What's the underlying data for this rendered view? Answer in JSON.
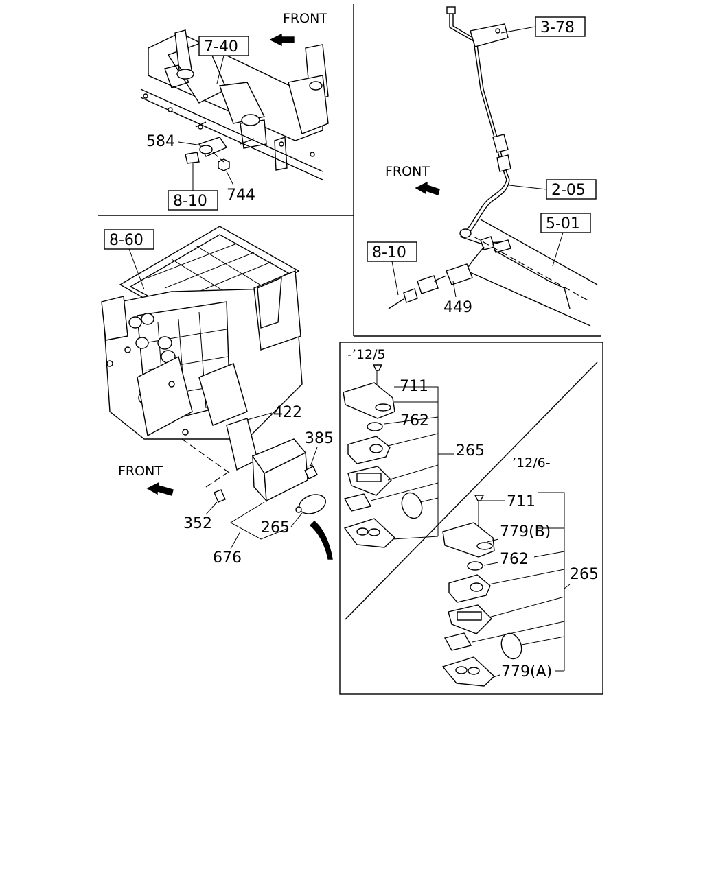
{
  "labels": {
    "front": "FRONT",
    "ref_7_40": "7-40",
    "ref_8_10": "8-10",
    "ref_3_78": "3-78",
    "ref_2_05": "2-05",
    "ref_5_01": "5-01",
    "ref_8_60": "8-60",
    "p584": "584",
    "p744": "744",
    "p449": "449",
    "p422": "422",
    "p385": "385",
    "p352": "352",
    "p265": "265",
    "p676": "676",
    "p711": "711",
    "p762": "762",
    "p779b": "779(B)",
    "p779a": "779(A)",
    "date_upto": "-’12/5",
    "date_from": "’12/6-"
  }
}
